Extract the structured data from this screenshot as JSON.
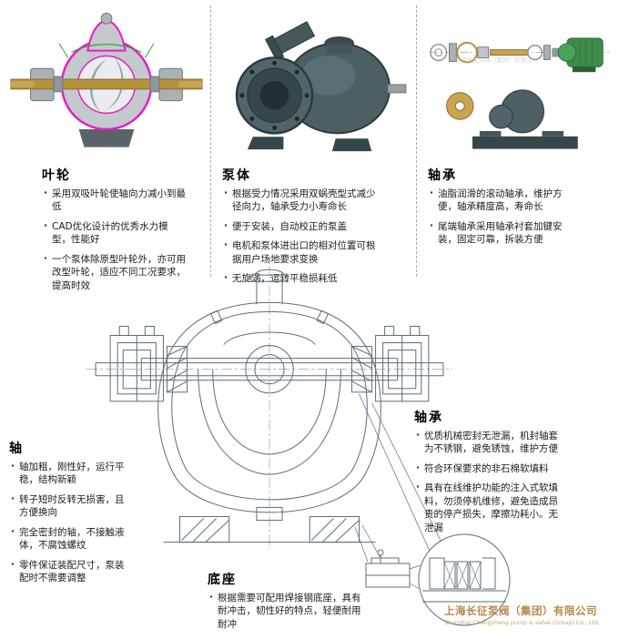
{
  "top_sections": {
    "impeller": {
      "title": "叶轮",
      "bullets": [
        "采用双吸叶轮使轴向力减小到最低",
        "CAD优化设计的优秀水力模型，性能好",
        "一个泵体除原型叶轮外，亦可用改型叶轮，适应不同工况要求，提高时效"
      ]
    },
    "pump_body": {
      "title": "泵体",
      "bullets": [
        "根据受力情况采用双蜗壳型式减少径向力，轴承受力小寿命长",
        "便于安装，自动校正的泵盖",
        "电机和泵体进出口的相对位置可根据用户场地要求变换",
        "无旋涡，运转平稳损耗低"
      ]
    },
    "bearing_top": {
      "title": "轴承",
      "bullets": [
        "油脂润滑的滚动轴承，维护方便，轴承精度高，寿命长",
        "尾端轴承采用轴承衬套加键安装，固定可靠，拆装方便"
      ]
    }
  },
  "shaft_section": {
    "title": "轴",
    "bullets": [
      "轴加粗，刚性好，运行平稳，结构新颖",
      "转子短时反转无损害，且方便换向",
      "完全密封的轴，不接触液体，不腐蚀螺纹",
      "零件保证装配尺寸，泵装配时不需要调整"
    ]
  },
  "bearing_right_section": {
    "title": "轴承",
    "bullets": [
      "优质机械密封无泄漏，机封轴套为不锈钢，避免锈蚀，维护方便",
      "符合环保要求的非石棉软填料",
      "具有在线维护功能的注入式软填料，勿须停机维修，避免造成昂贵的停产损失，摩擦功耗小。无泄漏"
    ]
  },
  "base_section": {
    "title": "底座",
    "bullets": [
      "根据需要可配用焊接钢底座，具有耐冲击，韧性好的特点，轻便耐用耐冲"
    ]
  },
  "footer": {
    "company_cn": "上海长征泵阀（集团）有限公司",
    "company_en": "Shanghai Changzheng pump & valve (Group) Co., Ltd."
  },
  "colors": {
    "cutaway_highlight": "#e81cc8",
    "pump_body_dark": "#46585c",
    "motor_green": "#3e8c4a",
    "shaft_brass": "#b5913f",
    "drawing_line": "#5d6e7a",
    "footer_text": "#b5894a"
  }
}
